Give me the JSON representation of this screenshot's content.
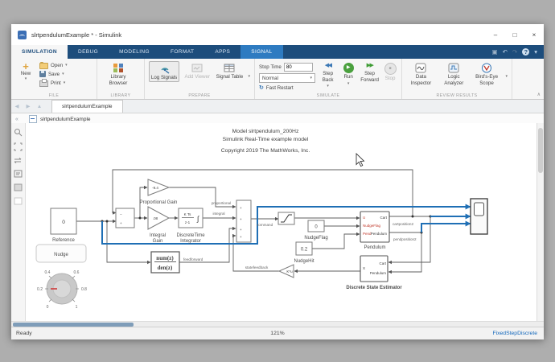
{
  "window": {
    "title": "slrtpendulumExample * - Simulink"
  },
  "glyphs": {
    "minimize": "–",
    "maximize": "□",
    "close": "×",
    "caret": "▾",
    "undo": "↶",
    "redo": "↷",
    "help": "?",
    "save_qat": "▣",
    "back": "◀",
    "forward": "▶",
    "nav_up": "▲",
    "collapse": "∧",
    "fast_restart": "↻",
    "step_back": "◀◀",
    "step_forward": "▶▶",
    "run": "▶",
    "stop": "■",
    "plus": "+",
    "browser_toggle": "«",
    "integral": "∫"
  },
  "tabs": {
    "items": [
      "SIMULATION",
      "DEBUG",
      "MODELING",
      "FORMAT",
      "APPS",
      "SIGNAL"
    ]
  },
  "ribbon": {
    "file": {
      "caption": "FILE",
      "new": "New",
      "open": "Open",
      "save": "Save",
      "print": "Print"
    },
    "library": {
      "caption": "LIBRARY",
      "library_browser": "Library Browser"
    },
    "prepare": {
      "caption": "PREPARE",
      "log_signals": "Log Signals",
      "add_viewer": "Add Viewer",
      "signal_table": "Signal Table"
    },
    "simulate": {
      "caption": "SIMULATE",
      "stop_time_label": "Stop Time",
      "stop_time_value": "80",
      "mode": "Normal",
      "fast_restart": "Fast Restart",
      "step_back": "Step Back",
      "run": "Run",
      "step_forward": "Step Forward",
      "stop": "Stop"
    },
    "review": {
      "caption": "REVIEW RESULTS",
      "data_inspector": "Data Inspector",
      "logic_analyzer": "Logic Analyzer",
      "birds_eye": "Bird's-Eye Scope"
    }
  },
  "docbar": {
    "tab": "slrtpendulumExample"
  },
  "breadcrumb": {
    "model": "slrtpendulumExample"
  },
  "canvas": {
    "line1": "Model slrtpendulum_200Hz",
    "line2": "Simulink Real-Time example model",
    "line3": "Copyright 2019 The MathWorks, Inc."
  },
  "diagram": {
    "reference": {
      "value": "0",
      "label": "Reference"
    },
    "sum": {
      "sign_top": "−",
      "sign_bottom": "+"
    },
    "nudge_button": "Nudge",
    "knob": {
      "ticks": [
        "0",
        "0.2",
        "0.4",
        "0.6",
        "0.8",
        "1"
      ]
    },
    "proportional_gain": {
      "value": "-9.4",
      "label": "Proportional Gain"
    },
    "integral_gain": {
      "value": ".08",
      "label1": "Integral",
      "label2": "Gain"
    },
    "integrator": {
      "num": "K Ts",
      "den": "z-1",
      "label1": "DiscreteTime",
      "label2": "Integrator"
    },
    "feedforward": {
      "num": "num(z)",
      "den": "den(z)",
      "label": "feedforward"
    },
    "signals": {
      "proportional": "proportional",
      "integral": "integral",
      "command": "command",
      "statefeedback": "statefeedback",
      "cartposition2": "cartposition2",
      "pendposition2": "pendposition2"
    },
    "nudgeflag": {
      "value": "0",
      "label": "NudgeFlag"
    },
    "nudgehit": {
      "value": "0.2",
      "label": "NudgeHit"
    },
    "kx_gain": {
      "value": "K*u"
    },
    "pendulum": {
      "in1": "U",
      "in2": "NudgeFlag",
      "in3": "Pend",
      "out1": "Cart",
      "out2": "Pendulum",
      "label": "Pendulum"
    },
    "estimator": {
      "in1": "Cart",
      "in2": "Pendulum",
      "out1": "X",
      "label": "Discrete State Estimator"
    }
  },
  "statusbar": {
    "ready": "Ready",
    "zoom": "121%",
    "solver": "FixedStepDiscrete"
  },
  "colors": {
    "tab_navy": "#1d4d7c",
    "contextual_tab_blue": "#2e7bc1",
    "signal_blue": "#1f6fb5",
    "port_red": "#c0392b",
    "run_green": "#4aa03e",
    "knob_pointer_red": "#cf3a3a"
  }
}
